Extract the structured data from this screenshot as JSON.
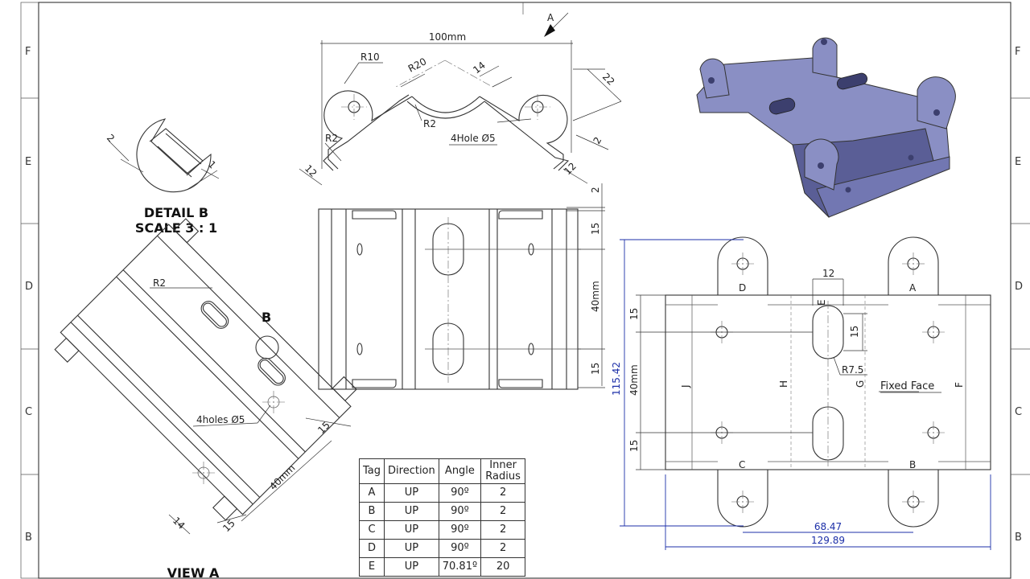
{
  "sheet": {
    "zones_left": [
      "F",
      "E",
      "D",
      "C",
      "B"
    ],
    "zones_right": [
      "F",
      "E",
      "D",
      "C",
      "B"
    ]
  },
  "detail_b": {
    "title": "DETAIL B",
    "scale": "SCALE 3 : 1",
    "dim_left": "2",
    "dim_right": "1"
  },
  "top_view": {
    "width": "100mm",
    "r10": "R10",
    "r20": "R20",
    "r2_left": "R2",
    "r2_mid": "R2",
    "dim_14": "14",
    "dim_22": "22",
    "dim_2": "2",
    "dim_12_left": "12",
    "dim_12_right": "12",
    "holes": "4Hole Ø5",
    "arrow_label": "A"
  },
  "front_view": {
    "dim_2": "2",
    "dim_15_top": "15",
    "dim_40": "40mm",
    "dim_15_bottom": "15"
  },
  "view_a": {
    "title": "VIEW A",
    "r2": "R2",
    "detail_tag": "B",
    "holes": "4holes Ø5",
    "dim_15_top": "15",
    "dim_40": "40mm",
    "dim_14": "14",
    "dim_15_bottom": "15"
  },
  "flat_pattern": {
    "overall_height": "115.42",
    "dim_15_top": "15",
    "dim_40": "40mm",
    "dim_15_bottom": "15",
    "slot_width": "12",
    "slot_15": "15",
    "r75": "R7.5",
    "fixed_face": "Fixed Face",
    "dim_6847": "68.47",
    "dim_12989": "129.89",
    "tag_a": "A",
    "tag_b": "B",
    "tag_c": "C",
    "tag_d": "D",
    "tag_e": "E",
    "tag_f": "F",
    "tag_g": "G",
    "tag_h": "H",
    "tag_j": "J"
  },
  "bend_table": {
    "headers": [
      "Tag",
      "Direction",
      "Angle",
      "Inner Radius"
    ],
    "rows": [
      [
        "A",
        "UP",
        "90º",
        "2"
      ],
      [
        "B",
        "UP",
        "90º",
        "2"
      ],
      [
        "C",
        "UP",
        "90º",
        "2"
      ],
      [
        "D",
        "UP",
        "90º",
        "2"
      ],
      [
        "E",
        "UP",
        "70.81º",
        "20"
      ]
    ]
  },
  "colors": {
    "dimension_blue": "#1c2fa8",
    "model_fill": "#8a8fc4",
    "model_dark": "#5a5e96"
  }
}
